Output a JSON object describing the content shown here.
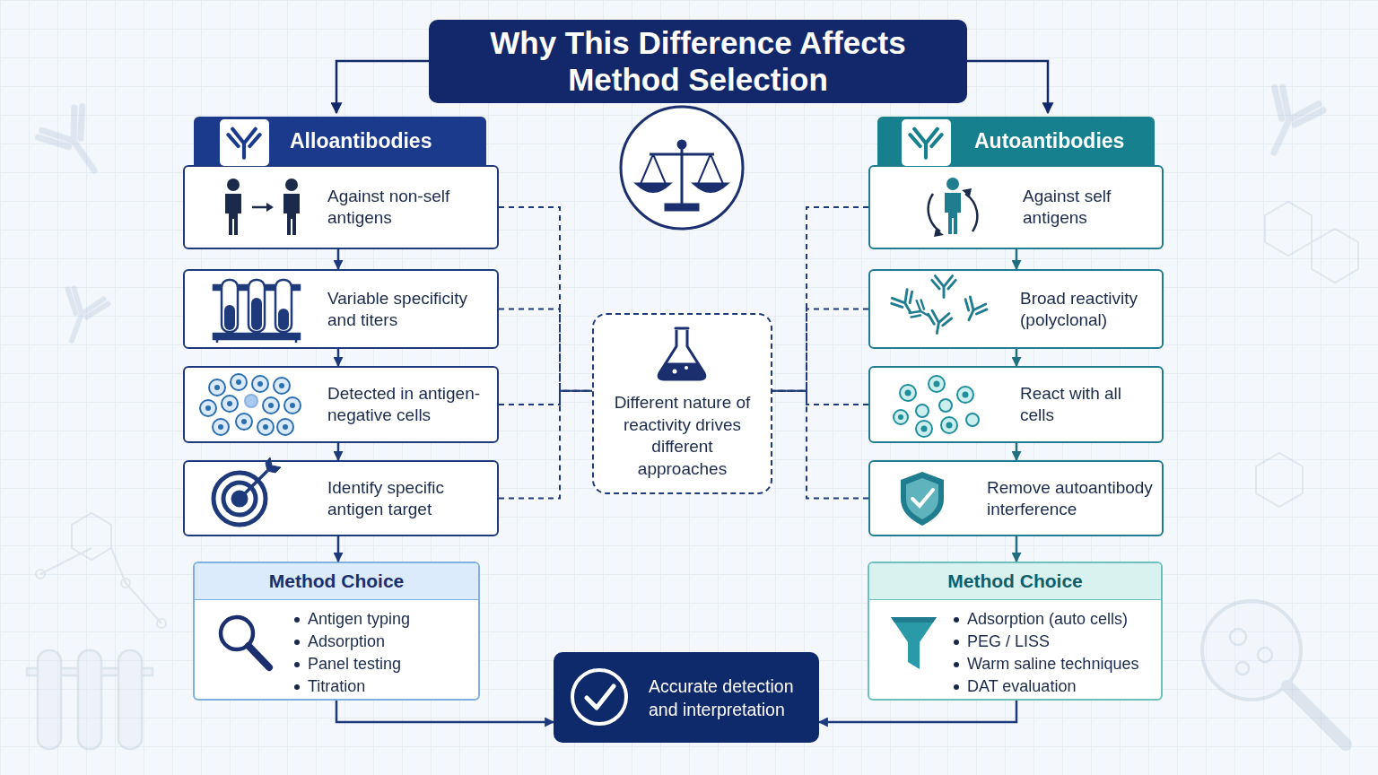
{
  "diagram": {
    "title": "Why This Difference Affects Method Selection",
    "nodes": [
      {
        "text": [
          "Alloantibodies"
        ]
      },
      {
        "text": [
          "Against non-self antigens"
        ]
      },
      {
        "text": [
          "Variable specificity and titers"
        ]
      },
      {
        "text": [
          "Detected in antigen-negative cells"
        ]
      },
      {
        "text": [
          "Identify specific antigen target"
        ]
      },
      {
        "text": [
          "Method Choice",
          "Antigen typing",
          "Adsorption",
          "Panel testing",
          "Titration"
        ]
      },
      {
        "text": [
          "Autoantibodies"
        ]
      },
      {
        "text": [
          "Against self antigens"
        ]
      },
      {
        "text": [
          "Broad reactivity (polyclonal)"
        ]
      },
      {
        "text": [
          "React with all cells"
        ]
      },
      {
        "text": [
          "Remove autoantibody interference"
        ]
      },
      {
        "text": [
          "Method Choice",
          "Adsorption (auto cells)",
          "PEG / LISS",
          "Warm saline techniques",
          "DAT evaluation"
        ]
      },
      {
        "text": [
          "Different nature of reactivity drives different approaches"
        ]
      },
      {
        "text": [
          "Accurate detection and interpretation"
        ]
      }
    ],
    "edges": [
      {
        "from": 1,
        "to": 2,
        "arrow": "to"
      },
      {
        "from": 2,
        "to": 3,
        "arrow": "to"
      },
      {
        "from": 3,
        "to": 4,
        "arrow": "to"
      },
      {
        "from": 4,
        "to": 5,
        "arrow": "to"
      },
      {
        "from": 7,
        "to": 8,
        "arrow": "to"
      },
      {
        "from": 8,
        "to": 9,
        "arrow": "to"
      },
      {
        "from": 9,
        "to": 10,
        "arrow": "to"
      },
      {
        "from": 10,
        "to": 11,
        "arrow": "to"
      },
      {
        "from": 5,
        "to": 13,
        "arrow": "to"
      },
      {
        "from": 11,
        "to": 13,
        "arrow": "to"
      },
      {
        "from": 1,
        "to": 12,
        "arrow": "none"
      },
      {
        "from": 2,
        "to": 12,
        "arrow": "none"
      },
      {
        "from": 3,
        "to": 12,
        "arrow": "none"
      },
      {
        "from": 4,
        "to": 12,
        "arrow": "none"
      },
      {
        "from": 7,
        "to": 12,
        "arrow": "none"
      },
      {
        "from": 8,
        "to": 12,
        "arrow": "none"
      },
      {
        "from": 9,
        "to": 12,
        "arrow": "none"
      },
      {
        "from": 10,
        "to": 12,
        "arrow": "none"
      }
    ]
  }
}
